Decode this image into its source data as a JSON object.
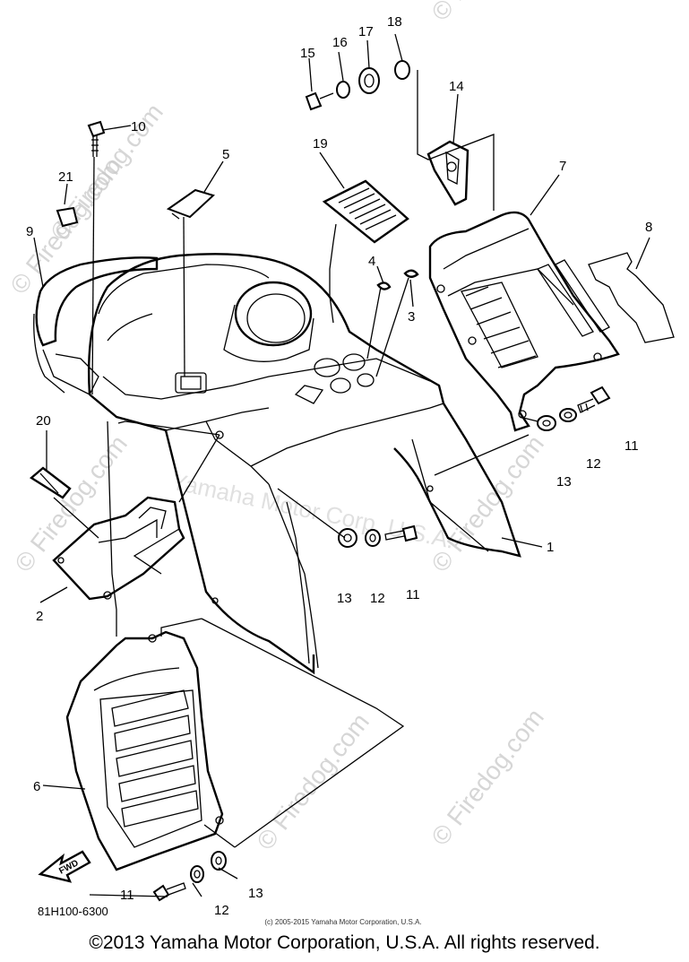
{
  "watermarks": {
    "corner": "© Firedog.com",
    "center": "Yamaha Motor Corp. U.S.A."
  },
  "part_labels": {
    "p1": "1",
    "p2": "2",
    "p3": "3",
    "p4": "4",
    "p5": "5",
    "p6": "6",
    "p7": "7",
    "p8": "8",
    "p9": "9",
    "p10": "10",
    "p11a": "11",
    "p11b": "11",
    "p11c": "11",
    "p12a": "12",
    "p12b": "12",
    "p12c": "12",
    "p13a": "13",
    "p13b": "13",
    "p13c": "13",
    "p14": "14",
    "p15": "15",
    "p16": "16",
    "p17": "17",
    "p18": "18",
    "p19": "19",
    "p20": "20",
    "p21": "21"
  },
  "fwd_arrow_label": "FWD",
  "diagram_code": "81H100-6300",
  "small_copyright": "(c) 2005-2015 Yamaha Motor Corporation, U.S.A.",
  "footer_copyright": "©2013 Yamaha Motor Corporation, U.S.A. All rights reserved."
}
